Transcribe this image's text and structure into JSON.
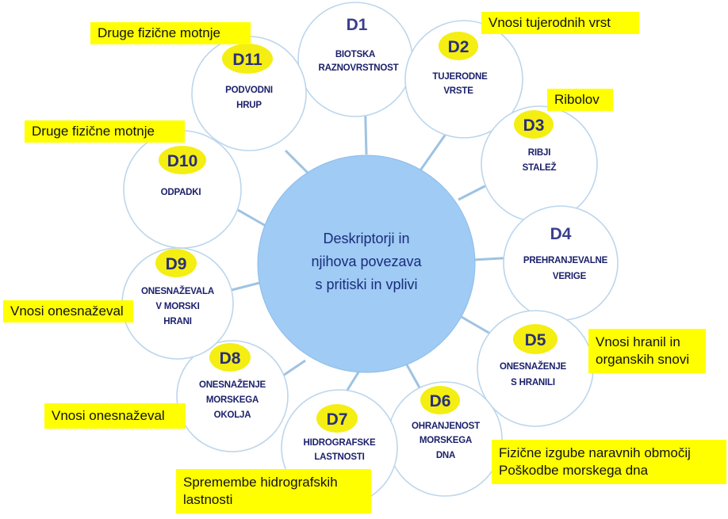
{
  "center": {
    "lines": [
      "Deskriptorji in",
      "njihova povezava",
      "s pritiski in vplivi"
    ]
  },
  "descriptors": [
    {
      "id": "d1",
      "code": "D1",
      "label": [
        "BIOTSKA",
        "RAZNOVRSTNOST"
      ]
    },
    {
      "id": "d2",
      "code": "D2",
      "label": [
        "TUJERODNE",
        "VRSTE"
      ]
    },
    {
      "id": "d3",
      "code": "D3",
      "label": [
        "RIBJI",
        "STALEŽ"
      ]
    },
    {
      "id": "d4",
      "code": "D4",
      "label": [
        "PREHRANJEVALNE",
        "VERIGE"
      ]
    },
    {
      "id": "d5",
      "code": "D5",
      "label": [
        "ONESNAŽENJE",
        "S HRANILI"
      ]
    },
    {
      "id": "d6",
      "code": "D6",
      "label": [
        "OHRANJENOST",
        "MORSKEGA",
        "DNA"
      ]
    },
    {
      "id": "d7",
      "code": "D7",
      "label": [
        "HIDROGRAFSKE",
        "LASTNOSTI"
      ]
    },
    {
      "id": "d8",
      "code": "D8",
      "label": [
        "ONESNAŽENJE",
        "MORSKEGA",
        "OKOLJA"
      ]
    },
    {
      "id": "d9",
      "code": "D9",
      "label": [
        "ONESNAŽEVALA",
        "V MORSKI",
        "HRANI"
      ]
    },
    {
      "id": "d10",
      "code": "D10",
      "label": [
        "ODPADKI"
      ]
    },
    {
      "id": "d11",
      "code": "D11",
      "label": [
        "PODVODNI",
        "HRUP"
      ]
    }
  ],
  "pressures": [
    {
      "id": "p1",
      "lines": [
        "Druge fizične motnje"
      ]
    },
    {
      "id": "p2",
      "lines": [
        "Vnosi tujerodnih vrst"
      ]
    },
    {
      "id": "p3",
      "lines": [
        "Ribolov"
      ]
    },
    {
      "id": "p4",
      "lines": [
        "Druge fizične motnje"
      ]
    },
    {
      "id": "p5",
      "lines": [
        "Vnosi onesnaževal"
      ]
    },
    {
      "id": "p6",
      "lines": [
        "Vnosi hranil in",
        "organskih snovi"
      ]
    },
    {
      "id": "p7",
      "lines": [
        "Vnosi onesnaževal"
      ]
    },
    {
      "id": "p8",
      "lines": [
        "Fizične izgube naravnih območij",
        "Poškodbe morskega dna"
      ]
    },
    {
      "id": "p9",
      "lines": [
        "Spremembe hidrografskih",
        "lastnosti"
      ]
    }
  ],
  "colors": {
    "badge": "#f4ee12",
    "note": "#ffff00",
    "center": "#9fcbf4",
    "connector": "#9ec3e2",
    "ring": "#bcd6ec",
    "text": "#1a1f6a"
  }
}
